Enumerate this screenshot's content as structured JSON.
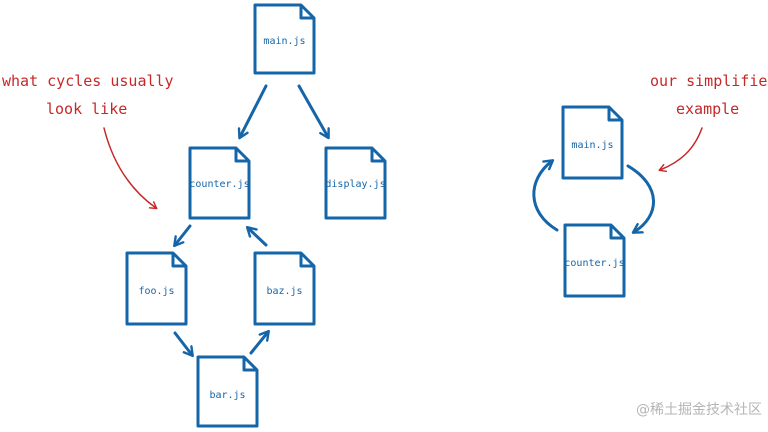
{
  "diagram": {
    "annotations": {
      "left_line1": "what cycles usually",
      "left_line2": "look like",
      "right_line1": "our simplified",
      "right_line2": "example"
    },
    "left_graph": {
      "files": {
        "main": "main.js",
        "counter": "counter.js",
        "display": "display.js",
        "foo": "foo.js",
        "baz": "baz.js",
        "bar": "bar.js"
      }
    },
    "right_graph": {
      "files": {
        "main": "main.js",
        "counter": "counter.js"
      }
    },
    "colors": {
      "file_stroke": "#1565a9",
      "annotation": "#c62828",
      "watermark": "#b5b5b5"
    }
  },
  "watermark": "@稀土掘金技术社区"
}
